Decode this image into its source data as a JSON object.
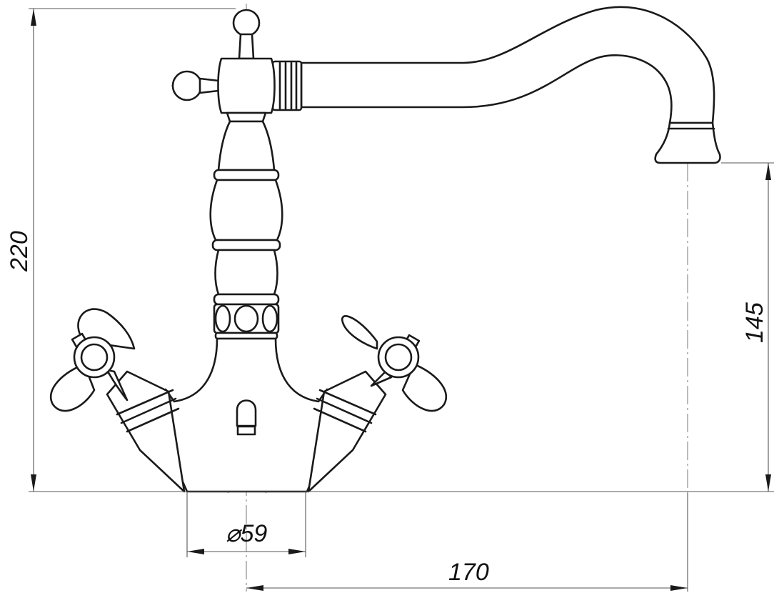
{
  "drawing": {
    "dimensions": {
      "overall_height": "220",
      "spout_height": "145",
      "base_diameter": "⌀59",
      "spout_reach": "170"
    },
    "stroke_color": "#1a1a1a",
    "background": "#ffffff"
  }
}
